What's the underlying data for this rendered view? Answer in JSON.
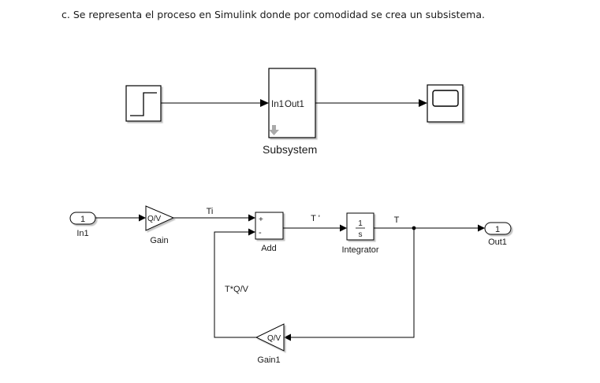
{
  "caption": "c. Se representa el proceso en Simulink donde por comodidad se crea un subsistema.",
  "top_model": {
    "subsystem": {
      "in_label": "In1",
      "out_label": "Out1",
      "name": "Subsystem"
    }
  },
  "sub_model": {
    "in1": {
      "number": "1",
      "name": "In1"
    },
    "gain": {
      "value": "Q/V",
      "name": "Gain"
    },
    "signal_ti": "Ti",
    "add": {
      "plus": "+",
      "minus": "-",
      "name": "Add"
    },
    "signal_tprime": "T '",
    "integrator": {
      "numerator": "1",
      "denominator": "s",
      "name": "Integrator"
    },
    "signal_t": "T",
    "out1": {
      "number": "1",
      "name": "Out1"
    },
    "signal_feedback": "T*Q/V",
    "gain1": {
      "value": "Q/V",
      "name": "Gain1"
    }
  }
}
